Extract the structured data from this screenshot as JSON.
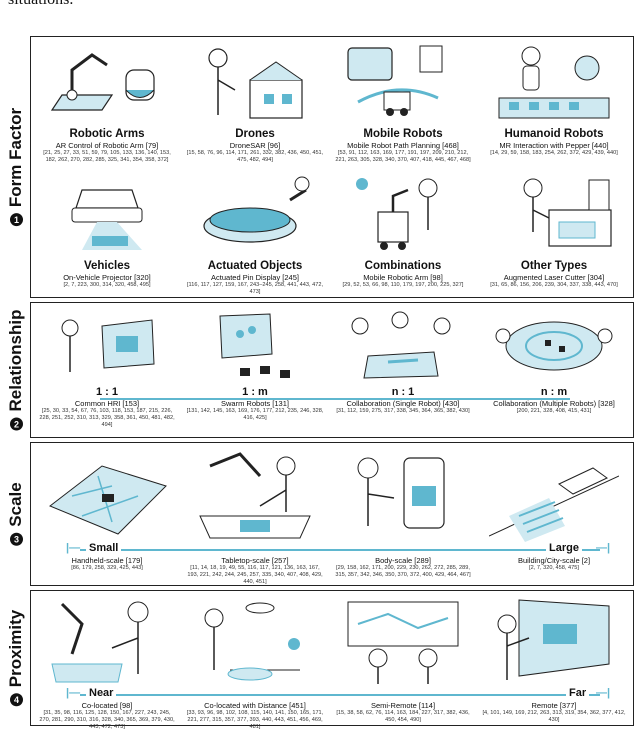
{
  "clipped_text": "situations.",
  "sections": {
    "form_factor": {
      "label": "Form Factor",
      "num": "1"
    },
    "relationship": {
      "label": "Relationship",
      "num": "2"
    },
    "scale": {
      "label": "Scale",
      "num": "3"
    },
    "proximity": {
      "label": "Proximity",
      "num": "4"
    }
  },
  "form_factor": [
    {
      "title": "Robotic Arms",
      "sub": "AR Control of Robotic Arm [79]",
      "refs": "[21, 25, 27, 33, 51, 59, 79, 105, 133, 136, 140, 153, 182, 262, 270, 282, 285, 325, 341, 354, 358, 372]"
    },
    {
      "title": "Drones",
      "sub": "DroneSAR [96]",
      "refs": "[15, 58, 76, 96, 114, 171, 261, 332, 382, 436, 450, 451, 475, 482, 494]"
    },
    {
      "title": "Mobile Robots",
      "sub": "Mobile Robot Path Planning [468]",
      "refs": "[53, 91, 112, 163, 169, 177, 191, 197, 209, 210, 212, 221, 263, 305, 328, 340, 370, 407, 418, 445, 467, 468]"
    },
    {
      "title": "Humanoid Robots",
      "sub": "MR Interaction with Pepper [440]",
      "refs": "[14, 29, 59, 158, 183, 254, 262, 372, 429, 439, 440]"
    },
    {
      "title": "Vehicles",
      "sub": "On-Vehicle Projector [320]",
      "refs": "[2, 7, 223, 300, 314, 320, 458, 495]"
    },
    {
      "title": "Actuated Objects",
      "sub": "Actuated Pin Display [245]",
      "refs": "[116, 117, 127, 159, 167, 243–245, 258, 441, 443, 472, 473]"
    },
    {
      "title": "Combinations",
      "sub": "Mobile Robotic Arm [98]",
      "refs": "[29, 52, 53, 66, 98, 110, 179, 197, 200, 225, 327]"
    },
    {
      "title": "Other Types",
      "sub": "Augmented Laser Cutter [304]",
      "refs": "[31, 65, 86, 156, 206, 239, 304, 337, 338, 443, 470]"
    }
  ],
  "relationship": [
    {
      "title": "1 : 1",
      "sub": "Common HRI [153]",
      "refs": "[25, 30, 33, 54, 67, 76, 103, 118, 153, 187, 215, 226, 228, 251, 252, 310, 313, 329, 358, 361, 450, 481, 482, 494]"
    },
    {
      "title": "1 : m",
      "sub": "Swarm Robots [131]",
      "refs": "[131, 142, 145, 163, 169, 176, 177, 212, 235, 246, 328, 416, 425]"
    },
    {
      "title": "n : 1",
      "sub": "Collaboration (Single Robot) [430]",
      "refs": "[31, 112, 159, 275, 317, 338, 345, 364, 365, 382, 430]"
    },
    {
      "title": "n : m",
      "sub": "Collaboration (Multiple Robots) [328]",
      "refs": "[200, 221, 328, 408, 415, 431]"
    }
  ],
  "scale": {
    "left": "Small",
    "right": "Large",
    "items": [
      {
        "sub": "Handheld-scale [179]",
        "refs": "[86, 179, 258, 329, 425, 443]"
      },
      {
        "sub": "Tabletop-scale [257]",
        "refs": "[11, 14, 18, 19, 49, 55, 116, 117, 121, 136, 163, 167, 193, 221, 242, 244, 245, 257, 335, 340, 407, 408, 429, 440, 451]"
      },
      {
        "sub": "Body-scale [289]",
        "refs": "[29, 158, 162, 171, 200, 229, 230, 262, 272, 285, 289, 315, 357, 342, 346, 350, 370, 372, 400, 429, 464, 467]"
      },
      {
        "sub": "Building/City-scale [2]",
        "refs": "[2, 7, 320, 458, 475]"
      }
    ]
  },
  "proximity": {
    "left": "Near",
    "right": "Far",
    "items": [
      {
        "sub": "Co-located [98]",
        "refs": "[31, 35, 98, 116, 125, 128, 150, 167, 227, 243, 245, 270, 281, 290, 310, 316, 328, 340, 365, 369, 379, 430, 443, 472, 473]"
      },
      {
        "sub": "Co-located with Distance [451]",
        "refs": "[33, 93, 96, 98, 102, 108, 115, 140, 141, 150, 165, 171, 221, 277, 315, 357, 377, 393, 440, 443, 451, 456, 469, 481]"
      },
      {
        "sub": "Semi-Remote [114]",
        "refs": "[15, 38, 58, 62, 76, 114, 163, 184, 227, 317, 382, 436, 450, 454, 490]"
      },
      {
        "sub": "Remote [377]",
        "refs": "[4, 101, 149, 169, 212, 263, 313, 319, 354, 362, 377, 412, 430]"
      }
    ]
  },
  "colors": {
    "accent": "#5fb7cf",
    "ink": "#111111"
  }
}
